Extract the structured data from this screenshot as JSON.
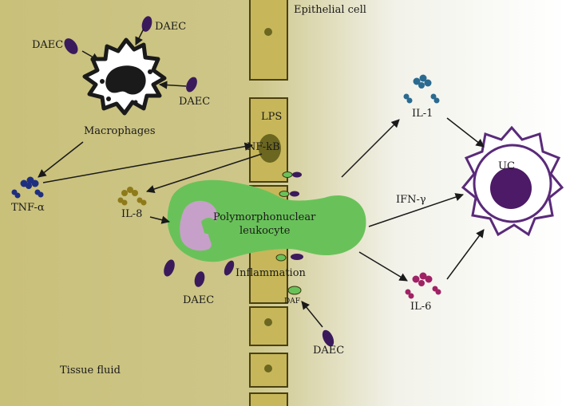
{
  "labels": {
    "epithelial_cell": "Epithelial cell",
    "daec_macrophage_left": "DAEC",
    "daec_macrophage_top": "DAEC",
    "daec_macrophage_right": "DAEC",
    "macrophages": "Macrophages",
    "lps": "LPS",
    "nf_kb": "NF-kB",
    "tnf_alpha": "TNF-α",
    "il_8": "IL-8",
    "pmn_line1": "Polymorphonuclear",
    "pmn_line2": "leukocyte",
    "inflammation": "Inflammation",
    "daec_bottom_left": "DAEC",
    "daf": "DAF",
    "daec_bottom": "DAEC",
    "tissue_fluid": "Tissue fluid",
    "il_1": "IL-1",
    "ifn_gamma": "IFN-γ",
    "il_6": "IL-6",
    "uc": "UC"
  },
  "colors": {
    "tissue_fluid": "#c9c07a",
    "epithelial_cell": "#c7b75a",
    "cell_border": "#4a4010",
    "nucleus": "#6b6620",
    "bacteria": "#3b1a5c",
    "neutrophil": "#69c259",
    "neutrophil_nucleus": "#c6a0c8",
    "tnf": "#1f2f80",
    "il8": "#8f7a1a",
    "il1": "#2a6a90",
    "il6": "#a02265",
    "uc_border": "#5a2a7a",
    "uc_nucleus": "#4c1a66",
    "arrow": "#1a1a1a"
  }
}
